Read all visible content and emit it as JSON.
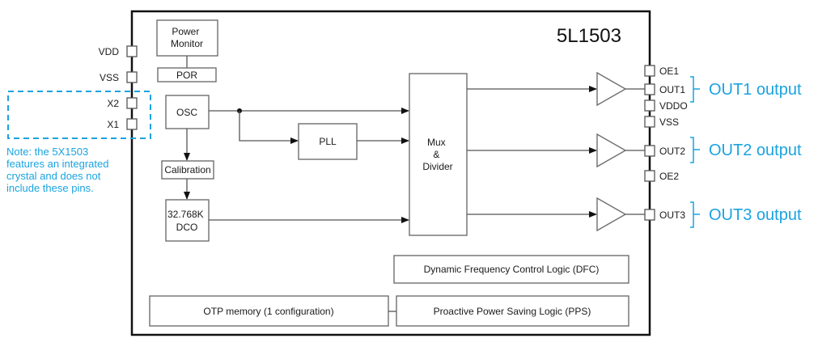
{
  "chip": {
    "name": "5L1503",
    "left_pins": [
      "VDD",
      "VSS",
      "X2",
      "X1"
    ],
    "right_pins": [
      "OE1",
      "OUT1",
      "VDDO",
      "VSS",
      "OUT2",
      "OE2",
      "OUT3"
    ]
  },
  "blocks": {
    "power_monitor": [
      "Power",
      "Monitor"
    ],
    "por": "POR",
    "osc": "OSC",
    "calibration": "Calibration",
    "dco": [
      "32.768K",
      "DCO"
    ],
    "pll": "PLL",
    "mux": [
      "Mux",
      "&",
      "Divider"
    ],
    "dfc": "Dynamic Frequency Control Logic (DFC)",
    "otp": "OTP memory (1 configuration)",
    "pps": "Proactive Power Saving Logic (PPS)"
  },
  "annotations": {
    "note_lines": [
      "Note: the 5X1503",
      "features an integrated",
      "crystal and does not",
      "include these pins."
    ],
    "out1": "OUT1 output",
    "out2": "OUT2 output",
    "out3": "OUT3 output"
  },
  "colors": {
    "accent": "#1aa3e0",
    "outline": "#111111",
    "block_stroke": "#6e6e6e"
  }
}
